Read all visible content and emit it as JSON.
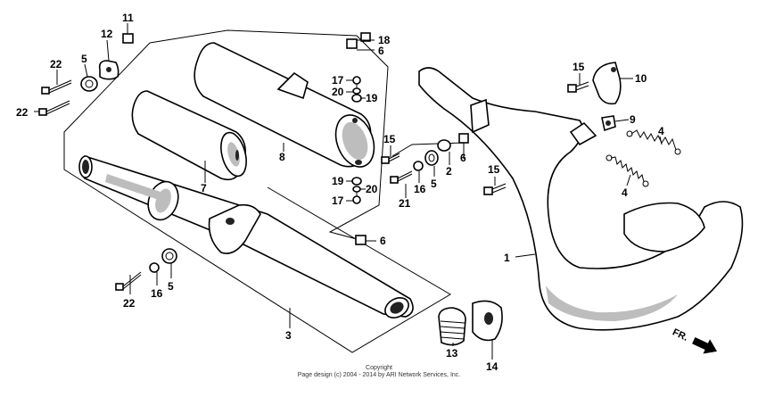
{
  "diagram": {
    "labels": {
      "l1": "1",
      "l2": "2",
      "l3": "3",
      "l4a": "4",
      "l4b": "4",
      "l5a": "5",
      "l5b": "5",
      "l5c": "5",
      "l6a": "6",
      "l6b": "6",
      "l6c": "6",
      "l7": "7",
      "l8": "8",
      "l9": "9",
      "l10": "10",
      "l11": "11",
      "l12": "12",
      "l13": "13",
      "l14": "14",
      "l15a": "15",
      "l15b": "15",
      "l15c": "15",
      "l16a": "16",
      "l16b": "16",
      "l17a": "17",
      "l17b": "17",
      "l18": "18",
      "l19a": "19",
      "l19b": "19",
      "l20a": "20",
      "l20b": "20",
      "l21": "21",
      "l22a": "22",
      "l22b": "22",
      "l22c": "22"
    },
    "front_arrow": "FR.",
    "copyright_line1": "Copyright",
    "copyright_line2": "Page design (c) 2004 - 2014 by ARI Network Services, Inc."
  }
}
